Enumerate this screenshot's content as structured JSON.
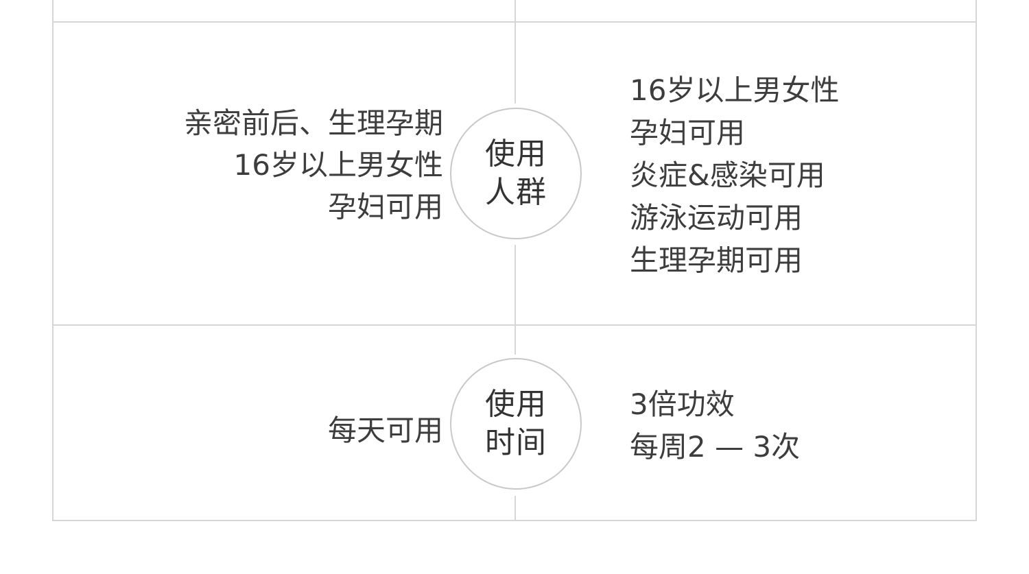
{
  "row_population": {
    "label_line1": "使用",
    "label_line2": "人群",
    "left_lines": [
      "亲密前后、生理孕期",
      "16岁以上男女性",
      "孕妇可用"
    ],
    "right_lines": [
      "16岁以上男女性",
      "孕妇可用",
      "炎症&感染可用",
      "游泳运动可用",
      "生理孕期可用"
    ]
  },
  "row_time": {
    "label_line1": "使用",
    "label_line2": "时间",
    "left_lines": [
      "每天可用"
    ],
    "right_lines": [
      "3倍功效",
      "每周2 — 3次"
    ]
  },
  "colors": {
    "border": "#d6d6d6",
    "text": "#3d3d3d",
    "circle_border": "#c8c8c8"
  }
}
